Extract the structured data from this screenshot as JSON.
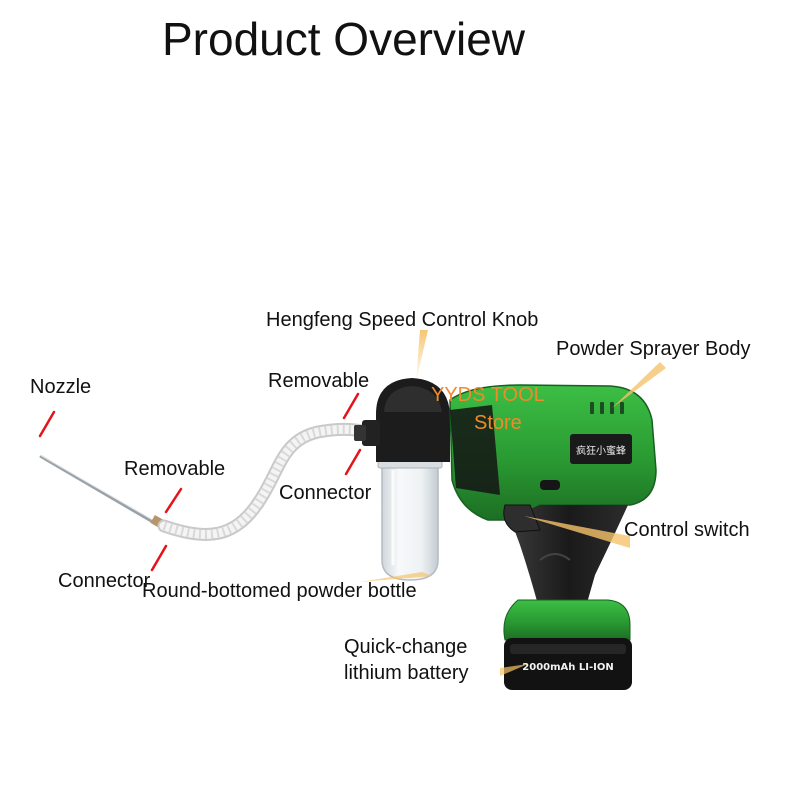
{
  "title": "Product Overview",
  "labels": {
    "knob": "Hengfeng Speed Control Knob",
    "body": "Powder Sprayer Body",
    "nozzle": "Nozzle",
    "removable_top": "Removable",
    "removable_left": "Removable",
    "connector_mid": "Connector",
    "connector_left": "Connector",
    "control_switch": "Control switch",
    "bottle": "Round-bottomed powder bottle",
    "battery_line1": "Quick-change",
    "battery_line2": "lithium battery"
  },
  "device_text": {
    "brand_plate": "疯狂小蜜蜂",
    "battery_capacity": "2000mAh LI-ION"
  },
  "watermark": {
    "line1": "YYDS TOOL",
    "line2": "Store"
  },
  "colors": {
    "body_green": "#2a9a32",
    "dark_green": "#1d6e24",
    "handle_black": "#1a1a1a",
    "pointer_red": "#e4141b",
    "pointer_orange": "#f6c36a",
    "watermark_orange": "#f08a2a"
  }
}
